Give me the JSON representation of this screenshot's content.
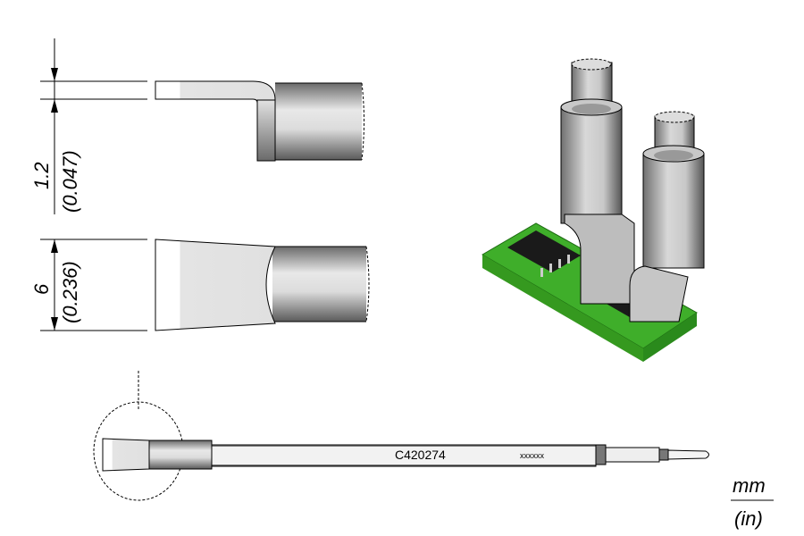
{
  "dimensions": {
    "thickness_mm": "1.2",
    "thickness_in": "(0.047)",
    "width_mm": "6",
    "width_in": "(0.236)"
  },
  "tool": {
    "part_number": "C420274",
    "serial_placeholder": "xxxxxx"
  },
  "units": {
    "primary": "mm",
    "secondary": "(in)"
  },
  "colors": {
    "pcb_green": "#3fae2a",
    "chip_black": "#1a1a1a",
    "metal_light": "#e6e6e6",
    "metal_dark": "#6e6e6e"
  }
}
